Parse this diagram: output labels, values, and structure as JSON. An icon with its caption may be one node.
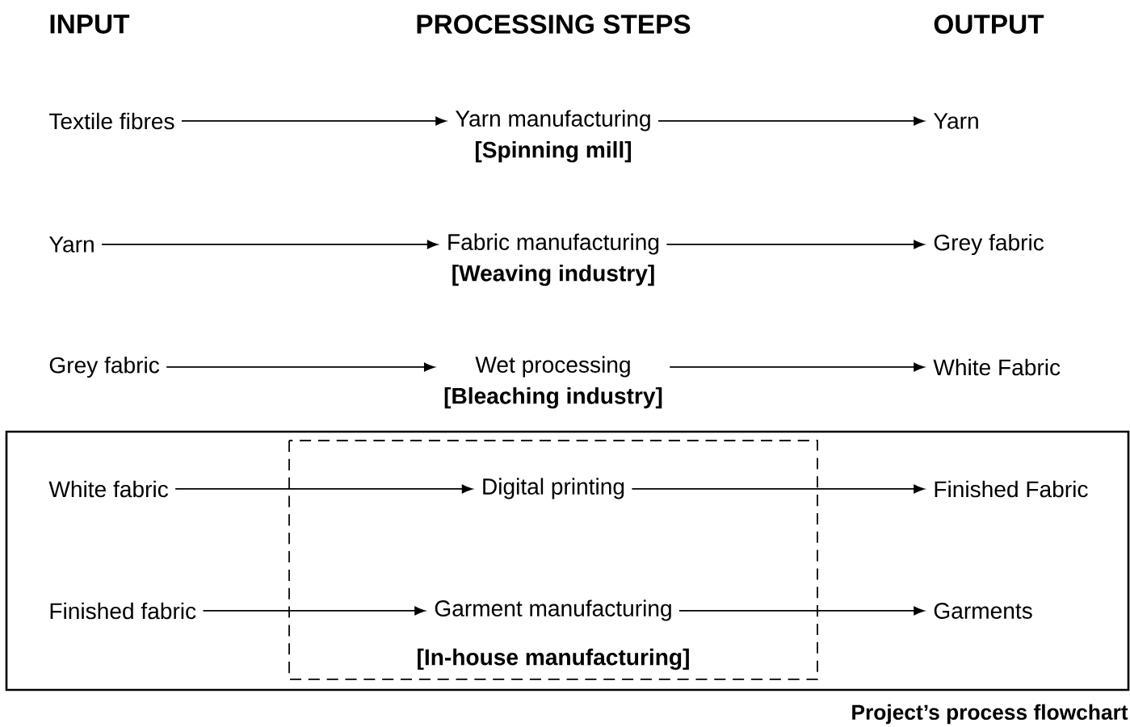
{
  "diagram": {
    "caption": "Project’s process flowchart",
    "nodes": [
      {
        "text": [
          "Textile fibres"
        ]
      },
      {
        "text": [
          "Yarn manufacturing",
          "[Spinning mill]"
        ]
      },
      {
        "text": [
          "Yarn"
        ]
      },
      {
        "text": [
          "Yarn"
        ]
      },
      {
        "text": [
          "Fabric manufacturing",
          "[Weaving industry]"
        ]
      },
      {
        "text": [
          "Grey fabric"
        ]
      },
      {
        "text": [
          "Grey fabric"
        ]
      },
      {
        "text": [
          "Wet processing",
          "[Bleaching industry]"
        ]
      },
      {
        "text": [
          "White Fabric"
        ]
      },
      {
        "text": [],
        "shape": "box"
      },
      {
        "text": [
          "White fabric"
        ],
        "in": 9
      },
      {
        "text": [
          "[In-house manufacturing]"
        ],
        "in": 9
      },
      {
        "text": [
          "Digital printing"
        ],
        "in": 11
      },
      {
        "text": [
          "Finished Fabric"
        ],
        "in": 9
      },
      {
        "text": [
          "Finished fabric"
        ],
        "in": 9
      },
      {
        "text": [
          "Garment manufacturing"
        ],
        "in": 11
      },
      {
        "text": [
          "Garments"
        ],
        "in": 9
      }
    ],
    "edges": [
      {
        "from": 0,
        "to": 1,
        "arrow": "to"
      },
      {
        "from": 1,
        "to": 2,
        "arrow": "to"
      },
      {
        "from": 3,
        "to": 4,
        "arrow": "to"
      },
      {
        "from": 4,
        "to": 5,
        "arrow": "to"
      },
      {
        "from": 6,
        "to": 7,
        "arrow": "to"
      },
      {
        "from": 7,
        "to": 8,
        "arrow": "to"
      },
      {
        "from": 10,
        "to": 12,
        "arrow": "to"
      },
      {
        "from": 12,
        "to": 13,
        "arrow": "to"
      },
      {
        "from": 14,
        "to": 15,
        "arrow": "to"
      },
      {
        "from": 15,
        "to": 16,
        "arrow": "to"
      }
    ],
    "labels": [
      "INPUT",
      "PROCESSING STEPS",
      "OUTPUT"
    ]
  }
}
